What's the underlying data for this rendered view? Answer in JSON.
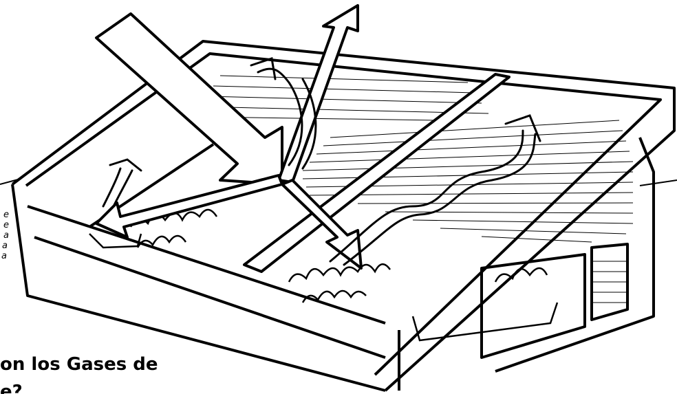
{
  "caption": {
    "lines": [
      "e",
      "e",
      "a",
      "a",
      "a"
    ]
  },
  "heading": {
    "line1": "on los Gases de",
    "line2": "e?"
  },
  "illustration": {
    "subject": "greenhouse-cold-frame-with-solar-rays",
    "stroke_color": "#000000",
    "fill_color": "#ffffff"
  }
}
